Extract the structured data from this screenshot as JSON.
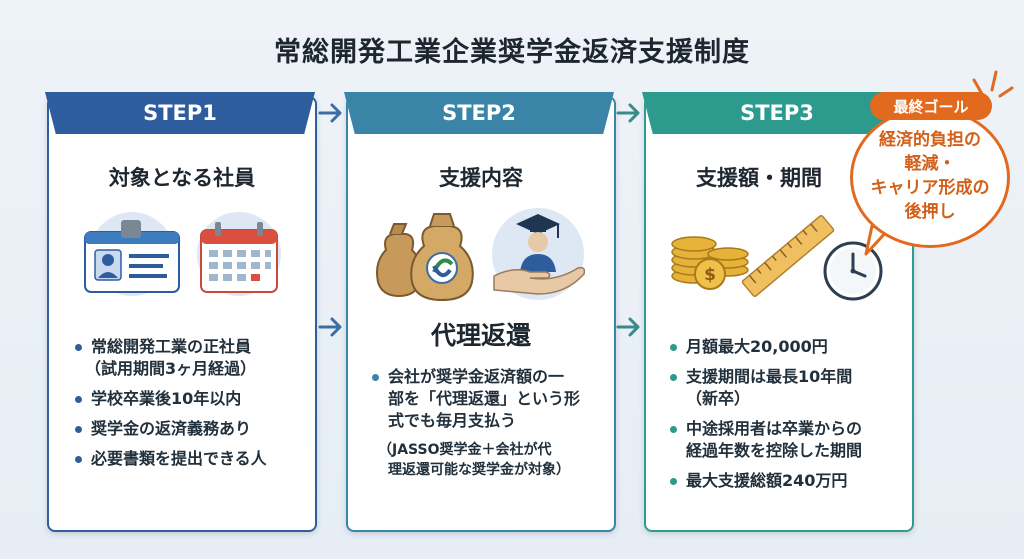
{
  "title": "常総開発工業企業奨学金返済支援制度",
  "steps": [
    {
      "label": "STEP1",
      "heading": "対象となる社員",
      "bullets": [
        "常総開発工業の正社員",
        "（試用期間3ヶ月経過）",
        "学校卒業後10年以内",
        "奨学金の返済義務あり",
        "必要書類を提出できる人"
      ]
    },
    {
      "label": "STEP2",
      "heading": "支援内容",
      "subheading": "代理返還",
      "bullet_lines": [
        "会社が奨学金返済額の一",
        "部を「代理返還」という形",
        "式でも毎月支払う"
      ],
      "note_lines": [
        "（JASSO奨学金＋会社が代",
        "理返還可能な奨学金が対象）"
      ]
    },
    {
      "label": "STEP3",
      "heading": "支援額・期間",
      "bullets": [
        "月額最大20,000円",
        "支援期間は最長10年間",
        "（新卒）",
        "中途採用者は卒業からの",
        "経過年数を控除した期間",
        "最大支援総額240万円"
      ]
    }
  ],
  "goal": {
    "tag": "最終ゴール",
    "lines": [
      "経済的負担の",
      "軽減・",
      "キャリア形成の",
      "後押し"
    ]
  },
  "colors": {
    "step1": "#2e5d9e",
    "step2": "#3a85a7",
    "step3": "#2c9a8d",
    "goal": "#e26a1f"
  },
  "icons": [
    "id-card-icon",
    "calendar-icon",
    "money-bag-icon",
    "graduate-hand-icon",
    "coins-icon",
    "ruler-icon",
    "clock-icon",
    "arrow-right-icon"
  ]
}
